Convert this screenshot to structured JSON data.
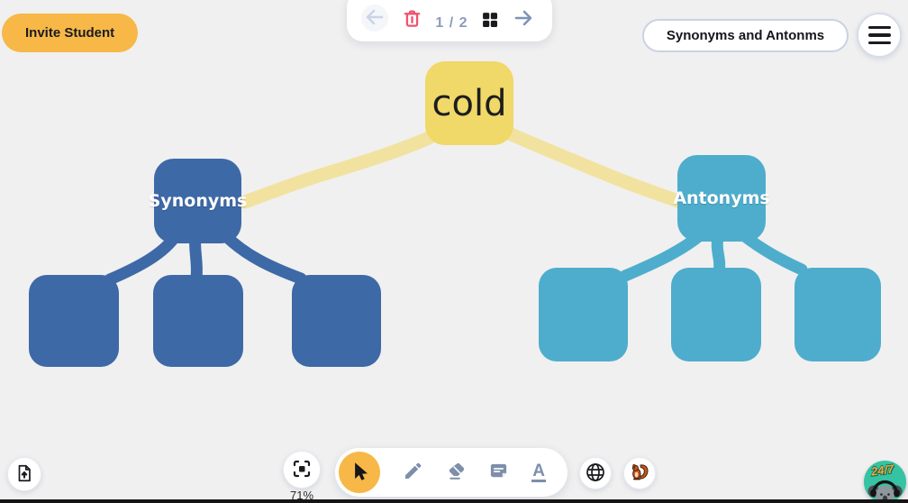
{
  "header": {
    "invite_button_label": "Invite Student",
    "board_title": "Synonyms and Antonms"
  },
  "nav": {
    "page_indicator": "1 / 2",
    "icons": [
      "back-arrow-icon",
      "trash-icon",
      "grid-view-icon",
      "forward-arrow-icon"
    ]
  },
  "mindmap": {
    "root": {
      "label": "cold"
    },
    "branches": [
      {
        "label": "Synonyms",
        "empty_children": 3
      },
      {
        "label": "Antonyms",
        "empty_children": 3
      }
    ]
  },
  "footer": {
    "zoom_level": "71%",
    "support_badge": "24/7",
    "tools": [
      "select-cursor",
      "pen",
      "eraser",
      "sticky-note",
      "text"
    ],
    "selected_tool": "select-cursor"
  },
  "colors": {
    "background": "#f0f0f0",
    "accent_orange": "#f7b848",
    "root_yellow": "#f0d869",
    "connector_yellow": "#f2e2a0",
    "branch_blue": "#3e69a7",
    "branch_lightblue": "#4eadcc",
    "trash_red": "#f0536e",
    "nav_icon": "#7e93b5",
    "nav_icon_disabled": "#cbd4e4",
    "page_text": "#8b9cba",
    "tool_icon": "#7d8fa9",
    "support_teal": "#36c3a3",
    "squirrel_orange": "#c2571f"
  }
}
